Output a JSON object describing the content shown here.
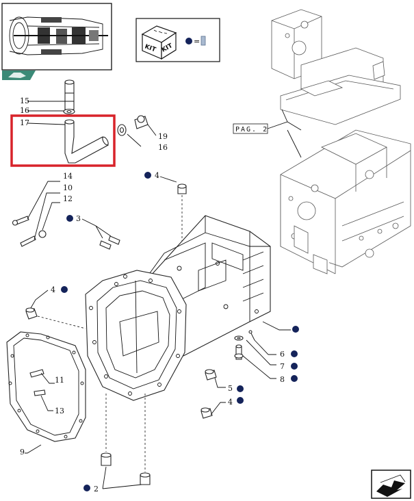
{
  "kit_legend": {
    "symbol": "="
  },
  "page_reference": "PAG. 2",
  "part_labels": {
    "top15": "15",
    "top16": "16",
    "top17": "17",
    "r19": "19",
    "r16": "16",
    "l14": "14",
    "l10": "10",
    "l12": "12",
    "c4": "4",
    "c3": "3",
    "w4": "4",
    "w11": "11",
    "w13": "13",
    "w9": "9",
    "e6": "6",
    "e7": "7",
    "e8": "8",
    "e5": "5",
    "e4": "4",
    "b2": "2"
  },
  "colors": {
    "highlight_box": "#d8232a",
    "dot": "#14235a",
    "square": "#a9bad0",
    "nav_tab": "#3b8a77"
  }
}
